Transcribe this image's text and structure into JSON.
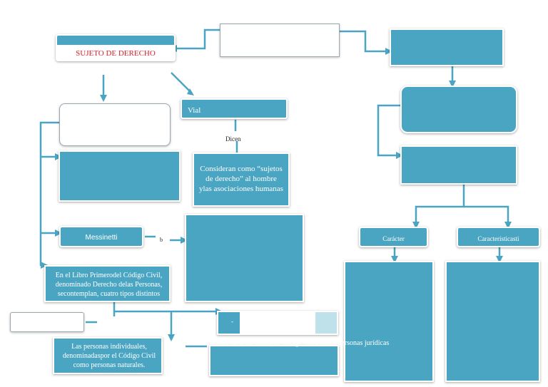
{
  "nodes": {
    "sujeto": "SUJETO DE DERECHO",
    "vial": "Vial",
    "dicen": "Dicen",
    "consideran": "Consideran como “sujetos de derecho” al hombre ylas asociaciones humanas",
    "messinetti": "Messinetti",
    "libro": "En el Libro Primerodel Código Civil, denominado Derecho delas Personas, secontemplan, cuatro tipos distintos",
    "personas": "Las personas individuales, denominadaspor el Código Civil como personas naturales.",
    "colectivas": "colectivas a las cuales el Código Civil llama personas jurídicas",
    "caracter": "Carácter",
    "caracteristicas": "Característicasti",
    "small_b": "b",
    "small_dash": "-"
  },
  "colors": {
    "teal": "#4aa5c2",
    "red": "#d8202a",
    "wire": "#4aa5c2"
  }
}
